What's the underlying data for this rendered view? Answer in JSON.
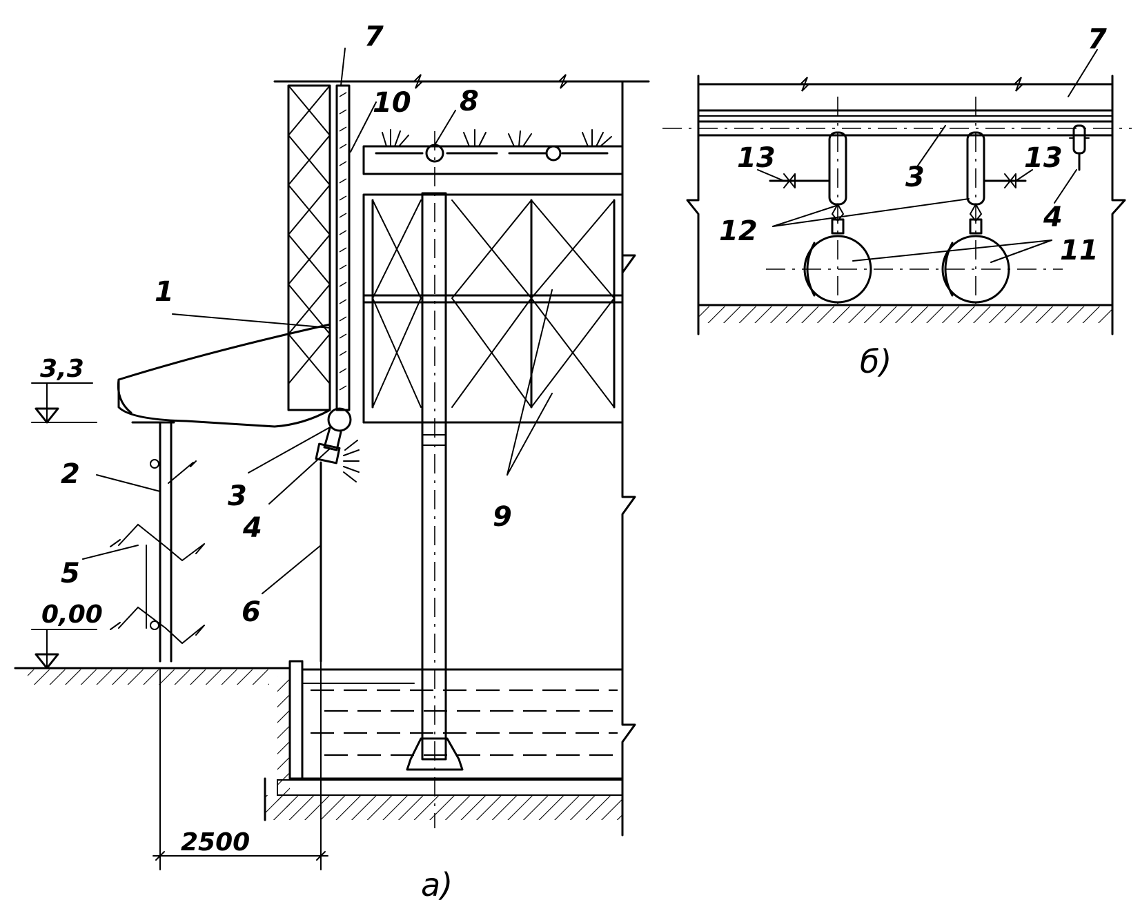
{
  "labels": {
    "l1": "1",
    "l2": "2",
    "l3": "3",
    "l4": "4",
    "l5": "5",
    "l6": "6",
    "l7": "7",
    "l8": "8",
    "l9": "9",
    "l10": "10",
    "b7": "7",
    "b3": "3",
    "b4": "4",
    "b11": "11",
    "b12": "12",
    "b13a": "13",
    "b13b": "13"
  },
  "dimensions": {
    "elev_top": "3,3",
    "elev_zero": "0,00",
    "width": "2500"
  },
  "captions": {
    "a": "а)",
    "b": "б)"
  }
}
